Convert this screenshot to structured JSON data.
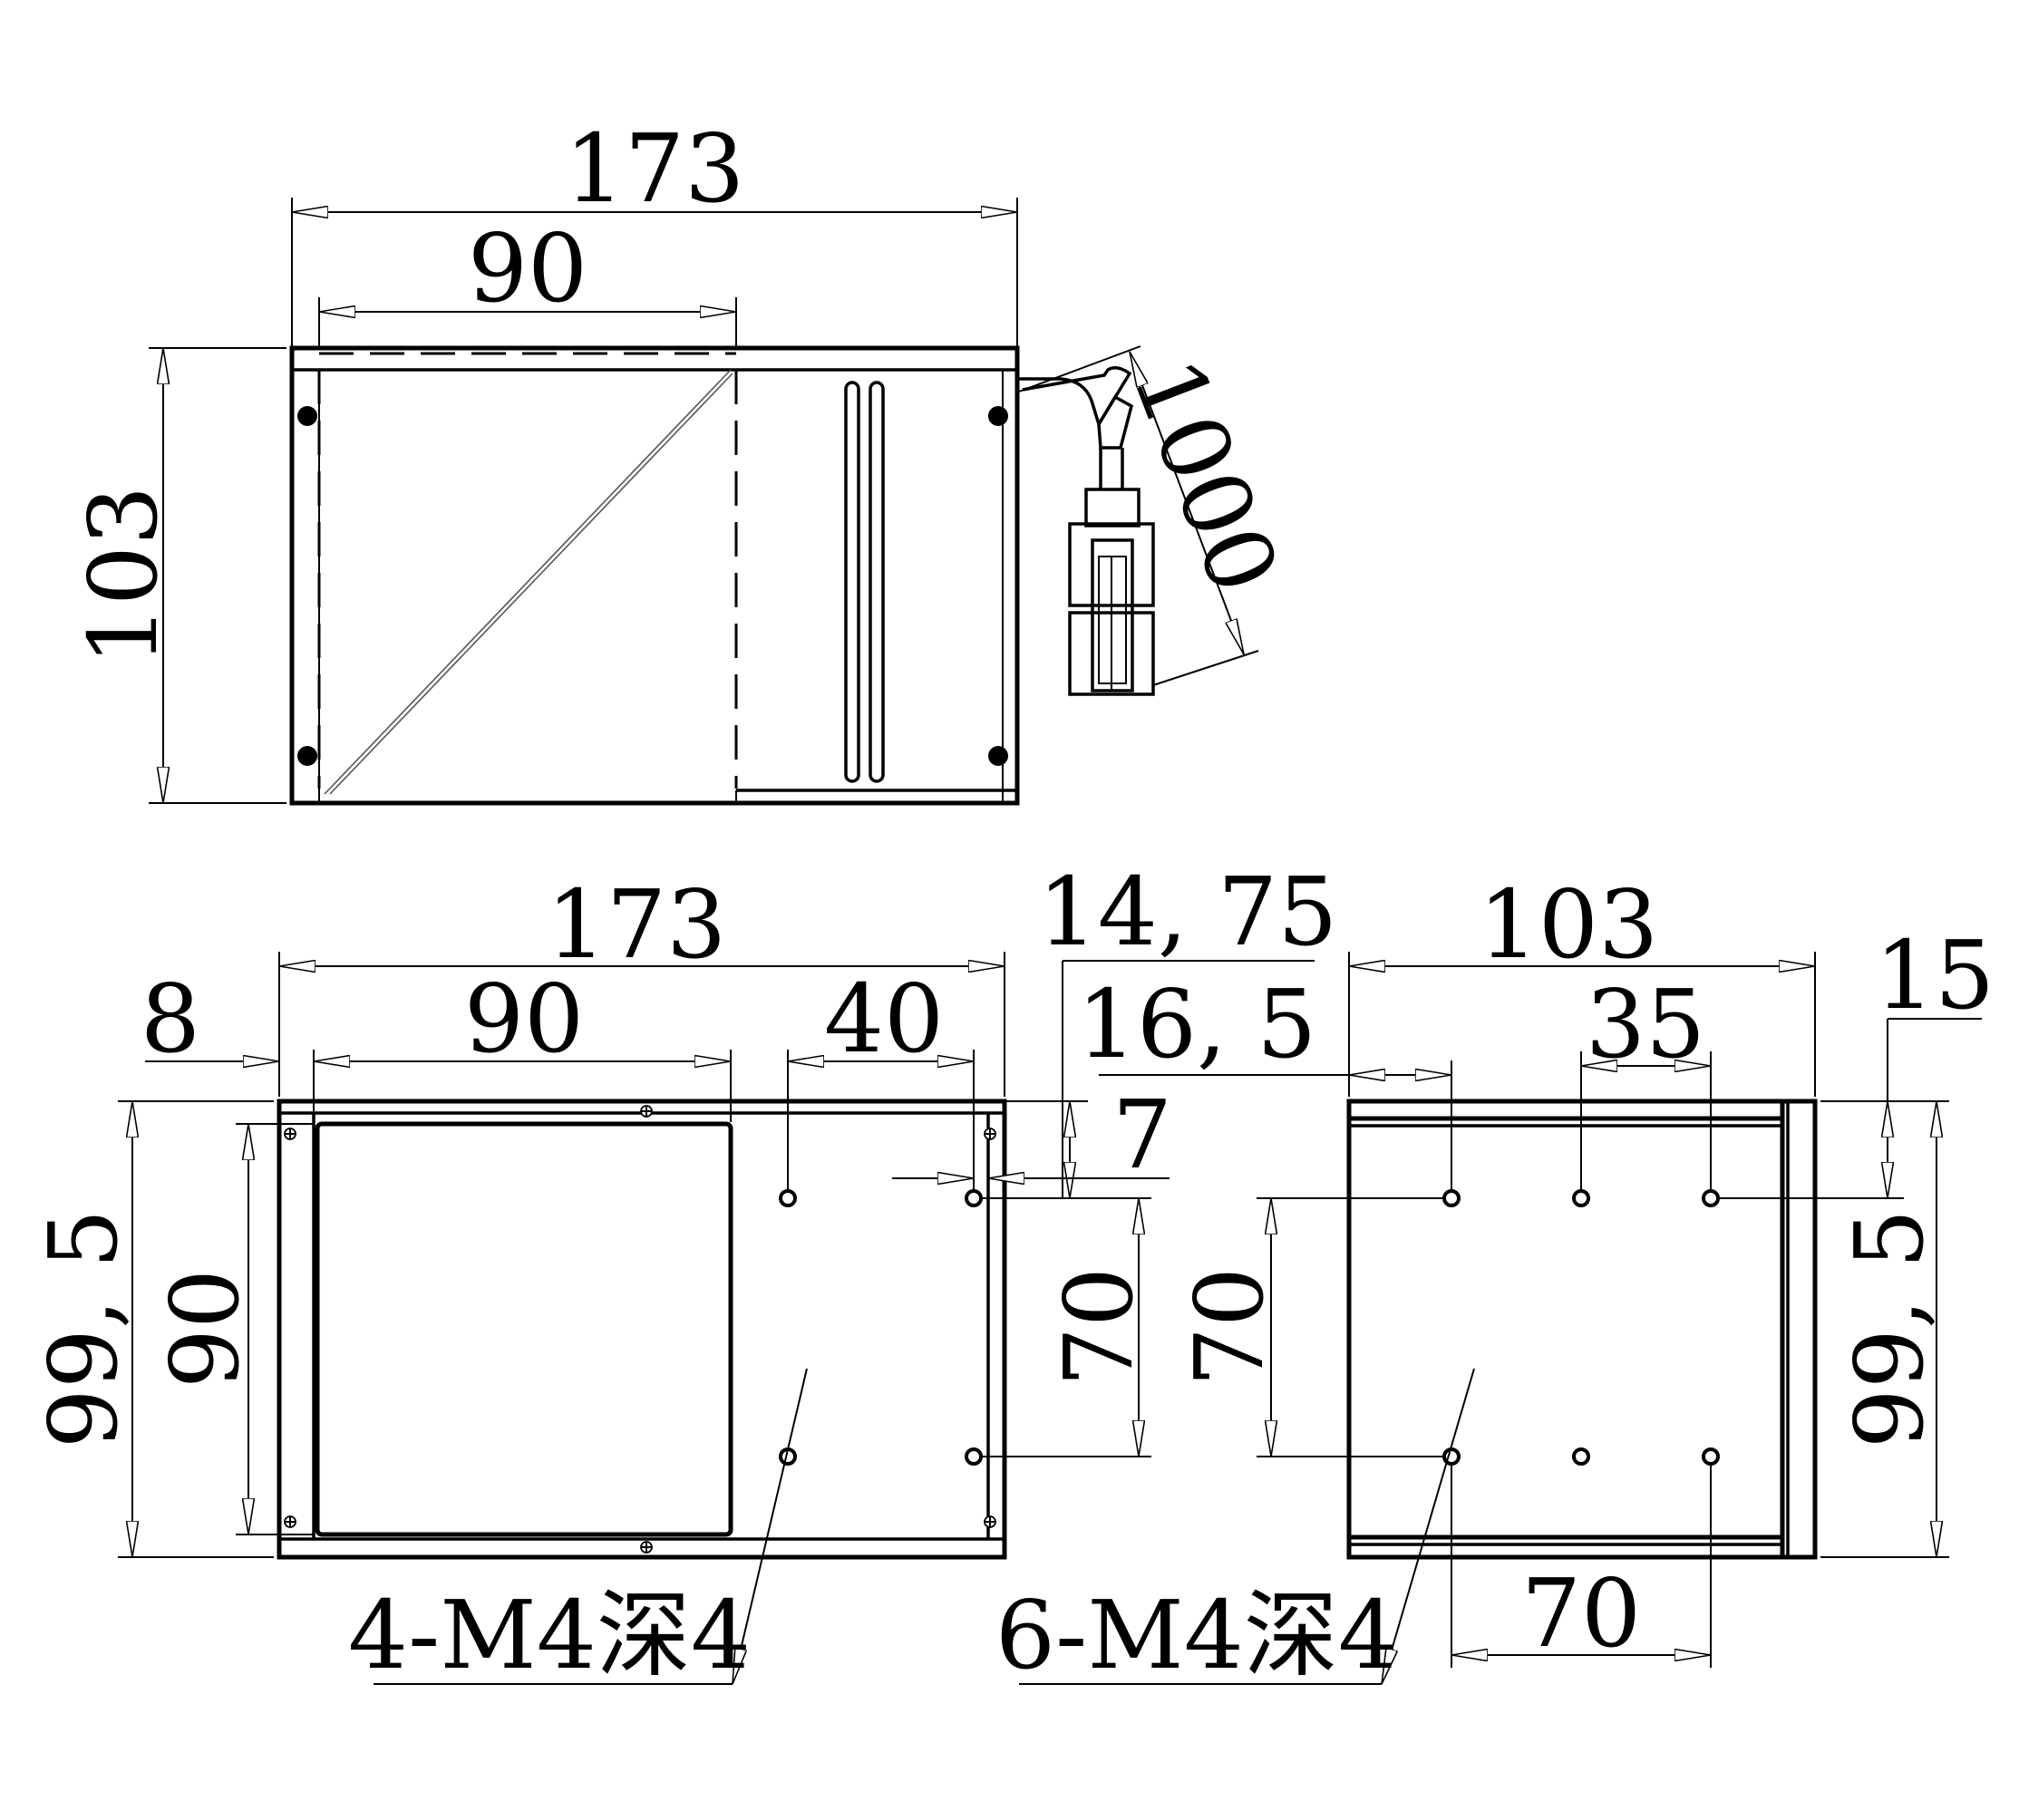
{
  "top_view": {
    "dim_length": "173",
    "dim_window": "90",
    "dim_height": "103",
    "dim_cable": "1000"
  },
  "front_view": {
    "dim_length": "173",
    "dim_edge": "8",
    "dim_window": "90",
    "dim_hole_spacing": "40",
    "dim_hole_offset_a": "14, 75",
    "dim_hole_offset_b": "16, 5",
    "dim_hole_row": "7",
    "dim_hole_pitch": "70",
    "dim_height": "99, 5",
    "dim_window_height": "90",
    "hole_callout": "4-M4深4"
  },
  "side_view": {
    "dim_width": "103",
    "dim_hole_spacing": "35",
    "dim_hole_offset": "15",
    "dim_hole_pitch": "70",
    "dim_height": "99, 5",
    "dim_bottom_spacing": "70",
    "hole_callout": "6-M4深4"
  }
}
